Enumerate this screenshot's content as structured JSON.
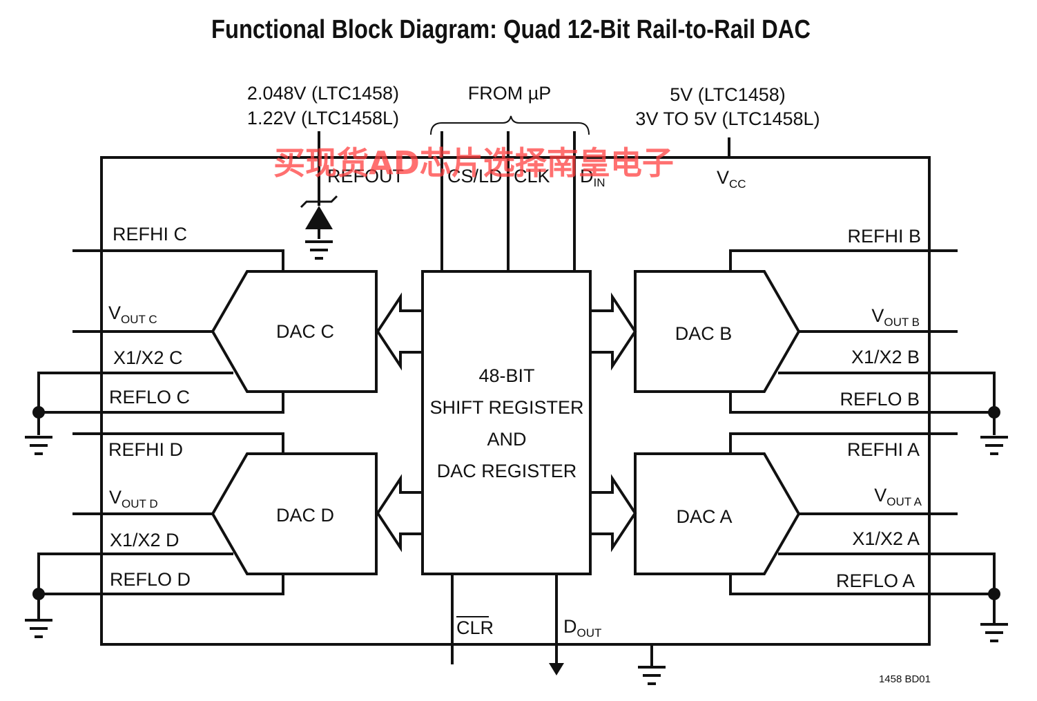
{
  "title": "Functional Block Diagram: Quad 12-Bit Rail-to-Rail DAC",
  "watermark": "买现货AD芯片选择南皇电子",
  "figure_id": "1458 BD01",
  "ref_supply": {
    "line1": "2.048V (LTC1458)",
    "line2": "1.22V (LTC1458L)"
  },
  "from_up": "FROM µP",
  "vcc_supply": {
    "line1": "5V (LTC1458)",
    "line2": "3V TO 5V (LTC1458L)"
  },
  "pins": {
    "refout": "REFOUT",
    "cs_ld": "CS/LD",
    "clk": "CLK",
    "din_main": "D",
    "din_sub": "IN",
    "vcc_main": "V",
    "vcc_sub": "CC",
    "clr": "CLR",
    "dout_main": "D",
    "dout_sub": "OUT"
  },
  "center_block": [
    "48-BIT",
    "SHIFT REGISTER",
    "AND",
    "DAC REGISTER"
  ],
  "dacs": {
    "c": {
      "name": "DAC C",
      "refhi": "REFHI C",
      "vout_main": "V",
      "vout_sub": "OUT C",
      "x1x2": "X1/X2 C",
      "reflo": "REFLO C"
    },
    "d": {
      "name": "DAC D",
      "refhi": "REFHI D",
      "vout_main": "V",
      "vout_sub": "OUT D",
      "x1x2": "X1/X2 D",
      "reflo": "REFLO D"
    },
    "b": {
      "name": "DAC B",
      "refhi": "REFHI B",
      "vout_main": "V",
      "vout_sub": "OUT B",
      "x1x2": "X1/X2 B",
      "reflo": "REFLO B"
    },
    "a": {
      "name": "DAC A",
      "refhi": "REFHI A",
      "vout_main": "V",
      "vout_sub": "OUT A",
      "x1x2": "X1/X2 A",
      "reflo": "REFLO A"
    }
  },
  "colors": {
    "line": "#111111",
    "watermark": "#ff4040"
  }
}
